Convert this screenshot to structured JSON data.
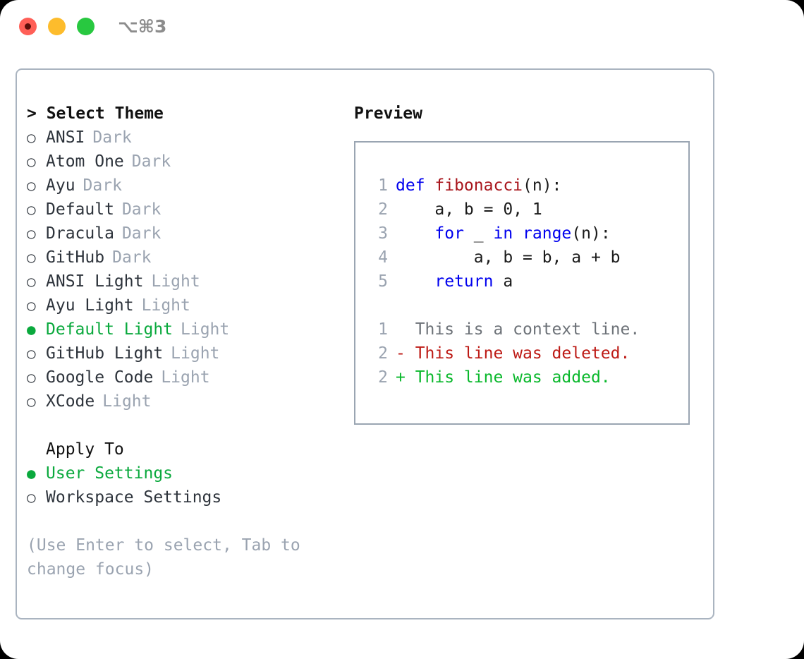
{
  "window": {
    "traffic_lights": [
      {
        "name": "close-button",
        "color": "#ff5f57"
      },
      {
        "name": "minimize-button",
        "color": "#fdbc2c"
      },
      {
        "name": "maximize-button",
        "color": "#28c840"
      }
    ],
    "shortcut_label": "⌥⌘3"
  },
  "theme_picker": {
    "header": "> Select Theme",
    "selected_theme": "Default Light",
    "marker_selected": "●",
    "marker_unselected": "○",
    "accent_color": "#0aa93d",
    "muted_color": "#9aa3b0",
    "themes": [
      {
        "name": "ANSI",
        "tag": "Dark",
        "selected": false
      },
      {
        "name": "Atom One",
        "tag": "Dark",
        "selected": false
      },
      {
        "name": "Ayu",
        "tag": "Dark",
        "selected": false
      },
      {
        "name": "Default",
        "tag": "Dark",
        "selected": false
      },
      {
        "name": "Dracula",
        "tag": "Dark",
        "selected": false
      },
      {
        "name": "GitHub",
        "tag": "Dark",
        "selected": false
      },
      {
        "name": "ANSI Light",
        "tag": "Light",
        "selected": false
      },
      {
        "name": "Ayu Light",
        "tag": "Light",
        "selected": false
      },
      {
        "name": "Default Light",
        "tag": "Light",
        "selected": true
      },
      {
        "name": "GitHub Light",
        "tag": "Light",
        "selected": false
      },
      {
        "name": "Google Code",
        "tag": "Light",
        "selected": false
      },
      {
        "name": "XCode",
        "tag": "Light",
        "selected": false
      }
    ]
  },
  "apply_to": {
    "header": "Apply To",
    "selected_scope": "User Settings",
    "options": [
      {
        "name": "User Settings",
        "selected": true
      },
      {
        "name": "Workspace Settings",
        "selected": false
      }
    ]
  },
  "hint": "(Use Enter to select, Tab to change focus)",
  "preview": {
    "title": "Preview",
    "code_lines": [
      {
        "lineno": "1",
        "tokens": [
          {
            "t": "def ",
            "c": "kw"
          },
          {
            "t": "fibonacci",
            "c": "fn"
          },
          {
            "t": "(n):",
            "c": "plain"
          }
        ]
      },
      {
        "lineno": "2",
        "tokens": [
          {
            "t": "    a, b = 0, 1",
            "c": "plain"
          }
        ]
      },
      {
        "lineno": "3",
        "tokens": [
          {
            "t": "    ",
            "c": "plain"
          },
          {
            "t": "for",
            "c": "kw"
          },
          {
            "t": " _ ",
            "c": "plain"
          },
          {
            "t": "in",
            "c": "kw"
          },
          {
            "t": " ",
            "c": "plain"
          },
          {
            "t": "range",
            "c": "kw"
          },
          {
            "t": "(n):",
            "c": "plain"
          }
        ]
      },
      {
        "lineno": "4",
        "tokens": [
          {
            "t": "        a, b = b, a + b",
            "c": "plain"
          }
        ]
      },
      {
        "lineno": "5",
        "tokens": [
          {
            "t": "    ",
            "c": "plain"
          },
          {
            "t": "return",
            "c": "kw"
          },
          {
            "t": " a",
            "c": "plain"
          }
        ]
      }
    ],
    "diff_lines": [
      {
        "lineno": "1",
        "text": "  This is a context line.",
        "kind": "ctx"
      },
      {
        "lineno": "2",
        "text": "- This line was deleted.",
        "kind": "del"
      },
      {
        "lineno": "2",
        "text": "+ This line was added.",
        "kind": "add"
      }
    ],
    "syntax_colors": {
      "keyword": "#0000ee",
      "function": "#a8151c",
      "plain": "#1a1a1a",
      "lineno": "#9aa3b0",
      "diff_context": "#6d7278",
      "diff_deleted": "#bd1a15",
      "diff_added": "#0ab82c"
    }
  }
}
